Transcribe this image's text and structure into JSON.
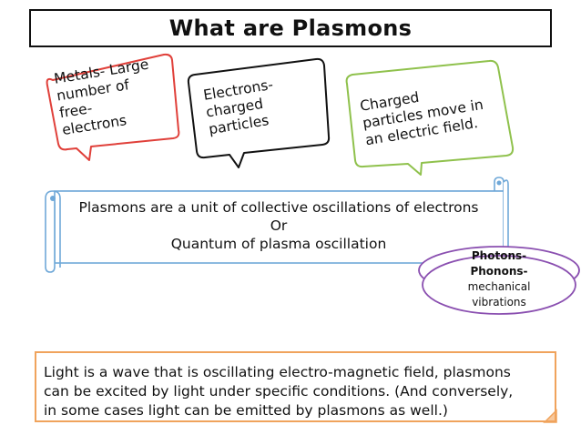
{
  "title": "What are Plasmons",
  "bubbles": {
    "metals": [
      "Metals- Large",
      "number of",
      "free-",
      "electrons"
    ],
    "electrons": [
      "Electrons-",
      "charged",
      "particles"
    ],
    "charged": [
      "Charged",
      "particles move in",
      "an electric field."
    ]
  },
  "scroll": {
    "line1": "Plasmons are a unit of collective oscillations of electrons",
    "line2": "Or",
    "line3": "Quantum of plasma oscillation"
  },
  "ellipse": {
    "photons": "Photons-",
    "phonons": "Phonons-",
    "mech1": "mechanical",
    "mech2": "vibrations"
  },
  "bottom_text": {
    "line1": "Light is a wave that is oscillating electro-magnetic field, plasmons",
    "line2": "can be excited by light under specific conditions. (And conversely,",
    "line3": "in some cases light can be emitted by plasmons as well.)"
  },
  "colors": {
    "metals_border": "#e0403a",
    "electrons_border": "#111111",
    "charged_border": "#8fc14c",
    "scroll_border": "#6fa8d8",
    "ellipse_border": "#8a4fb0",
    "bottom_border": "#f0a35c"
  }
}
